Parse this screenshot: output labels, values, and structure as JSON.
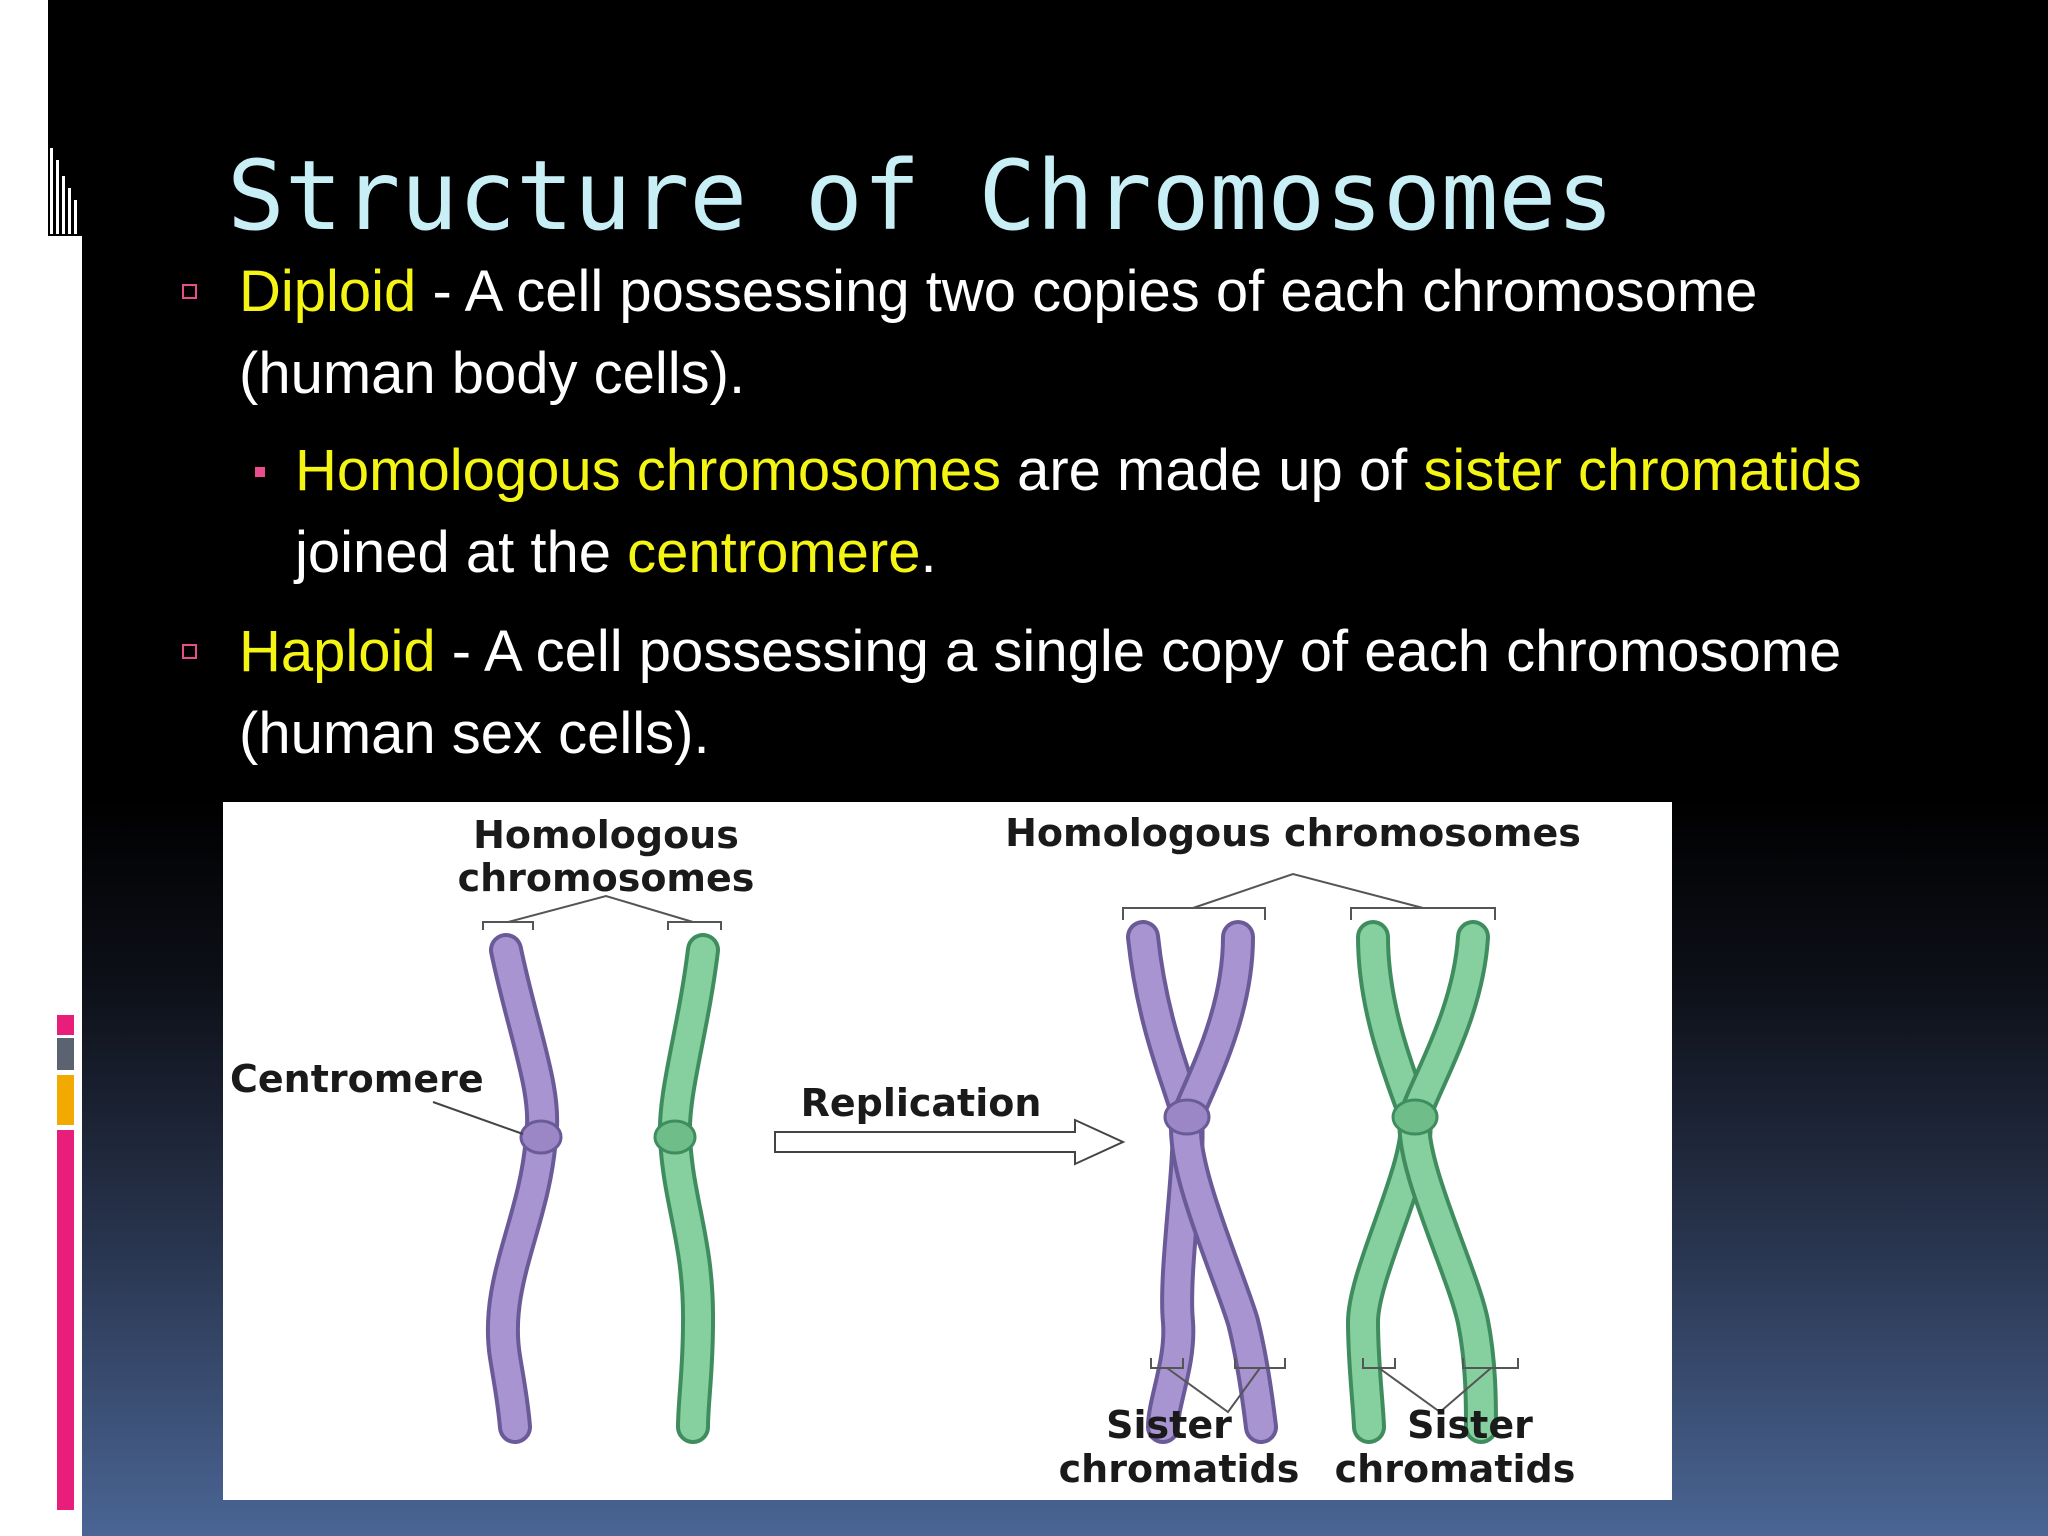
{
  "slide": {
    "title": "Structure of Chromosomes",
    "bullets": [
      {
        "term": "Diploid",
        "line1": " - A cell possessing two copies of each chromosome",
        "line2": "(human body cells)."
      },
      {
        "term1": "Homologous chromosomes",
        "mid": " are made up of ",
        "term2": "sister chromatids",
        "line2_a": "joined at the ",
        "term3": "centromere",
        "line2_b": "."
      },
      {
        "term": "Haploid",
        "line1": " - A cell possessing a single copy of each chromosome",
        "line2": "(human sex cells)."
      }
    ]
  },
  "figure": {
    "label_homologous_left_1": "Homologous",
    "label_homologous_left_2": "chromosomes",
    "label_homologous_right": "Homologous chromosomes",
    "label_centromere": "Centromere",
    "label_replication": "Replication",
    "label_sister_1a": "Sister",
    "label_sister_1b": "chromatids",
    "label_sister_2a": "Sister",
    "label_sister_2b": "chromatids"
  },
  "colors": {
    "title": "#c8eef6",
    "highlight": "#f5f514",
    "bullet_marker": "#e94d8c",
    "purple_chromosome": "#9b86c6",
    "green_chromosome": "#6fbe8a"
  }
}
